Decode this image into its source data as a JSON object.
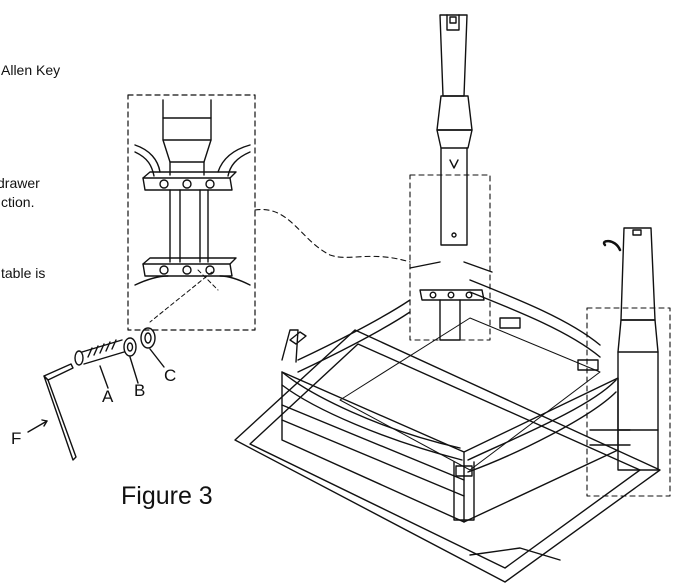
{
  "fragments": {
    "allen_key": "Allen Key",
    "drawer": "drawer",
    "ction": "ction.",
    "table_is": "table is"
  },
  "parts": {
    "a": "A",
    "b": "B",
    "c": "C",
    "f": "F"
  },
  "figure_title": "Figure 3"
}
